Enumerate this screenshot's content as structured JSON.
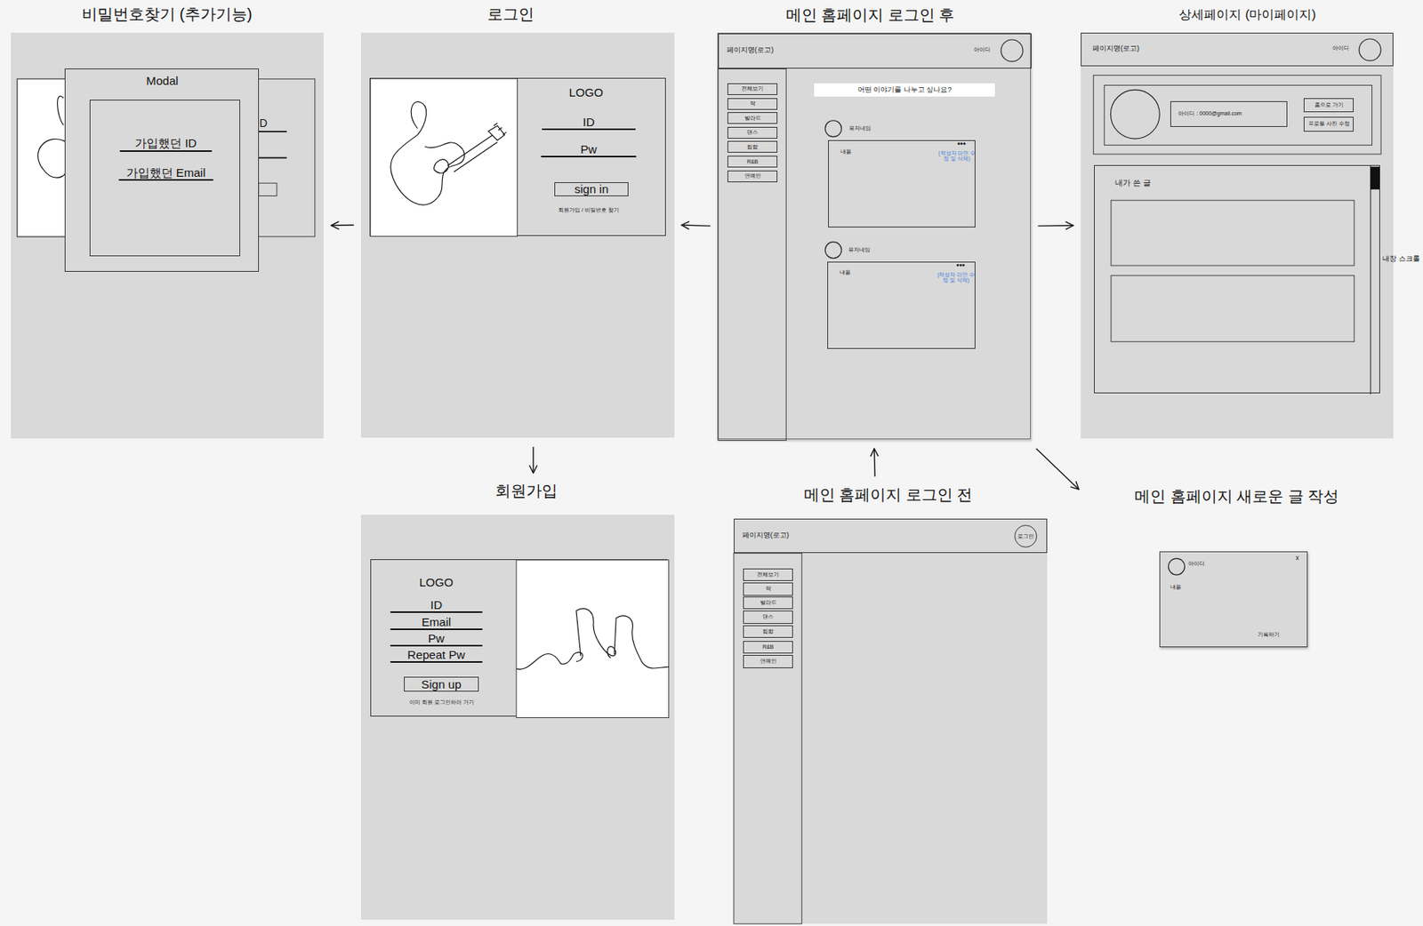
{
  "diagram": {
    "nodes": [
      {
        "text": [
          "비밀번호찾기 (추가기능)"
        ]
      },
      {
        "text": [
          "Modal"
        ],
        "in": 0
      },
      {
        "text": [
          "가입했던 ID",
          "가입했던 Email"
        ],
        "in": 1
      },
      {
        "text": [
          "로그인"
        ]
      },
      {
        "text": [
          "LOGO",
          "ID",
          "Pw",
          "회원가입 / 비밀번호 찾기"
        ],
        "in": 3
      },
      {
        "text": [
          "sign in"
        ],
        "in": 4
      },
      {
        "text": [
          "메인 홈페이지 로그인 후"
        ]
      },
      {
        "text": [
          "페이지명(로고)",
          "아이디"
        ],
        "in": 6
      },
      {
        "text": [
          "전체보기"
        ],
        "in": 6
      },
      {
        "text": [
          "락"
        ],
        "in": 6
      },
      {
        "text": [
          "발라드"
        ],
        "in": 6
      },
      {
        "text": [
          "댄스"
        ],
        "in": 6
      },
      {
        "text": [
          "힙합"
        ],
        "in": 6
      },
      {
        "text": [
          "R&B"
        ],
        "in": 6
      },
      {
        "text": [
          "연예인"
        ],
        "in": 6
      },
      {
        "text": [
          "어떤 이야기를 나누고 싶나요?"
        ],
        "in": 6
      },
      {
        "text": [
          "유저네임",
          "내용",
          "•••",
          "(작성자 라면 수정 및 삭제)"
        ],
        "in": 6
      },
      {
        "text": [
          "유저네임",
          "내용",
          "•••",
          "(작성자 라면 수정 및 삭제)"
        ],
        "in": 6
      },
      {
        "text": [
          "상세페이지 (마이페이지)"
        ]
      },
      {
        "text": [
          "페이지명(로고)",
          "아이디"
        ],
        "in": 18
      },
      {
        "text": [
          "아이디 : 0000@gmail.com"
        ],
        "in": 18
      },
      {
        "text": [
          "홈으로 가기"
        ],
        "in": 18
      },
      {
        "text": [
          "프로필 사진 수정"
        ],
        "in": 18
      },
      {
        "text": [
          "내가 쓴 글"
        ],
        "in": 18
      },
      {
        "text": [
          "회원가입"
        ]
      },
      {
        "text": [
          "LOGO",
          "ID",
          "Email",
          "Pw",
          "Repeat Pw",
          "이미 회원 로그인하러 가기"
        ],
        "in": 24
      },
      {
        "text": [
          "Sign up"
        ],
        "in": 25
      },
      {
        "text": [
          "메인 홈페이지 로그인 전"
        ]
      },
      {
        "text": [
          "페이지명(로고)"
        ],
        "in": 27
      },
      {
        "text": [
          "로그인"
        ],
        "in": 28
      },
      {
        "text": [
          "전체보기"
        ],
        "in": 27
      },
      {
        "text": [
          "락"
        ],
        "in": 27
      },
      {
        "text": [
          "발라드"
        ],
        "in": 27
      },
      {
        "text": [
          "댄스"
        ],
        "in": 27
      },
      {
        "text": [
          "힙합"
        ],
        "in": 27
      },
      {
        "text": [
          "R&B"
        ],
        "in": 27
      },
      {
        "text": [
          "연예인"
        ],
        "in": 27
      },
      {
        "text": [
          "메인 홈페이지 새로운 글 작성"
        ]
      },
      {
        "text": [
          "아이디",
          "내용",
          "x",
          "기록하기"
        ],
        "in": 37
      }
    ],
    "edges": [
      {
        "from": 6,
        "to": 3,
        "arrow": "to"
      },
      {
        "from": 3,
        "to": 0,
        "arrow": "to"
      },
      {
        "from": 3,
        "to": 24,
        "arrow": "to"
      },
      {
        "from": 27,
        "to": 6,
        "arrow": "to"
      },
      {
        "from": 6,
        "to": 18,
        "arrow": "to"
      },
      {
        "from": 6,
        "to": 37,
        "arrow": "to"
      }
    ],
    "labels": [
      "D",
      "내장 스크롤"
    ]
  }
}
